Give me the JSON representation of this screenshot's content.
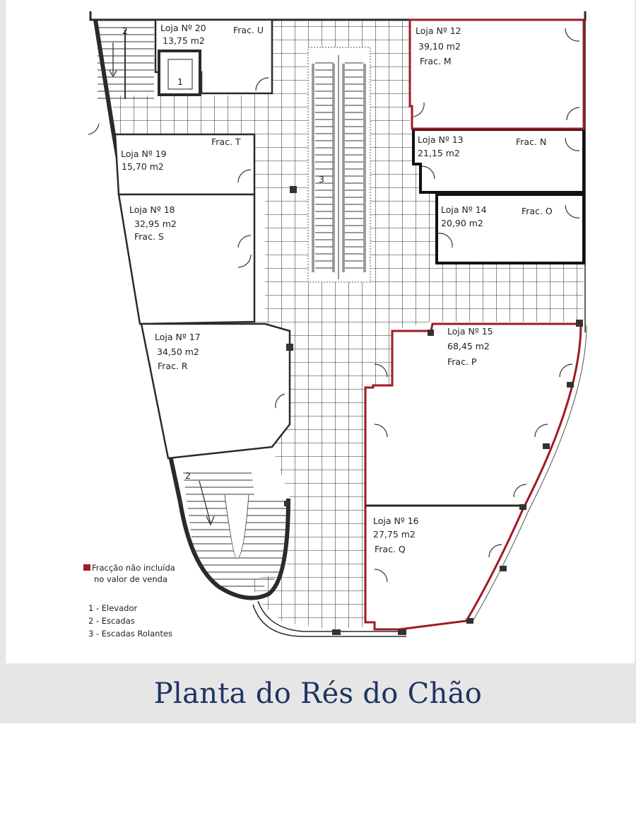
{
  "title": "Planta do Rés do Chão",
  "colors": {
    "excluded_fraction": "#a01a22",
    "wall": "#2b2b26",
    "grid": "#333333",
    "caption_band": "#e6e6e6",
    "title_text": "#1f3461"
  },
  "units": [
    {
      "loja": "Loja Nº 12",
      "area": "39,10 m2",
      "frac": "Frac. M",
      "excluded": true
    },
    {
      "loja": "Loja Nº 13",
      "area": "21,15 m2",
      "frac": "Frac. N",
      "excluded": false
    },
    {
      "loja": "Loja Nº 14",
      "area": "20,90 m2",
      "frac": "Frac. O",
      "excluded": false
    },
    {
      "loja": "Loja Nº 15",
      "area": "68,45 m2",
      "frac": "Frac. P",
      "excluded": true
    },
    {
      "loja": "Loja Nº 16",
      "area": "27,75 m2",
      "frac": "Frac. Q",
      "excluded": true
    },
    {
      "loja": "Loja Nº 17",
      "area": "34,50 m2",
      "frac": "Frac. R",
      "excluded": false
    },
    {
      "loja": "Loja Nº 18",
      "area": "32,95 m2",
      "frac": "Frac. S",
      "excluded": false
    },
    {
      "loja": "Loja Nº 19",
      "area": "15,70 m2",
      "frac": "Frac. T",
      "excluded": false
    },
    {
      "loja": "Loja Nº 20",
      "area": "13,75 m2",
      "frac": "Frac. U",
      "excluded": false
    }
  ],
  "markers": {
    "elevator": "1",
    "stairs": "2",
    "escalators": "3"
  },
  "legend": {
    "excluded_line1": "Fracção não incluída",
    "excluded_line2": "no valor de venda",
    "items": [
      "1 - Elevador",
      "2 - Escadas",
      "3 - Escadas Rolantes"
    ]
  }
}
